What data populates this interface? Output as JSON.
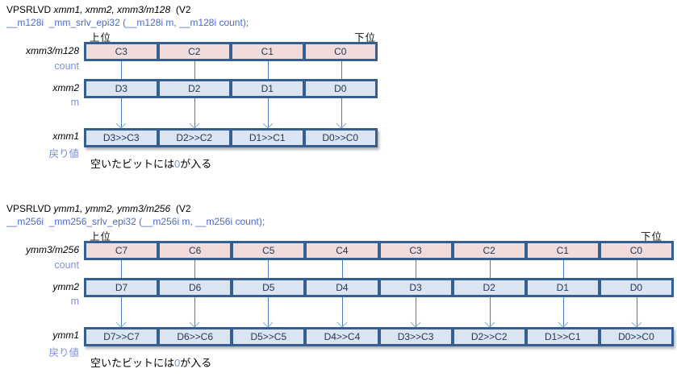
{
  "palette": {
    "frame_border": "#365f91",
    "count_fill": "#f2dcdb",
    "data_fill": "#dbe5f1",
    "cell_text": "#1f3655",
    "intrinsic_text": "#4a6bc9",
    "role_label_text": "#8091d9",
    "connector_line": "#4a7ebb",
    "arrowhead": "#85aede"
  },
  "sections": [
    {
      "title": {
        "mnemonic": "VPSRLVD ",
        "operands": "xmm1, xmm2, xmm3/m128",
        "suffix": "  (V2"
      },
      "intrinsic": "__m128i  _mm_srlv_epi32 (__m128i m, __m128i count);",
      "upper_label": "上位",
      "lower_label": "下位",
      "rows": [
        {
          "register": "xmm3/m128",
          "role": "count",
          "cells": [
            "C3",
            "C2",
            "C1",
            "C0"
          ]
        },
        {
          "register": "xmm2",
          "role": "m",
          "cells": [
            "D3",
            "D2",
            "D1",
            "D0"
          ]
        },
        {
          "register": "xmm1",
          "role": "戻り値",
          "cells": [
            "D3>>C3",
            "D2>>C2",
            "D1>>C1",
            "D0>>C0"
          ]
        }
      ],
      "caption": {
        "pre": "空いたビットには",
        "zero": "0",
        "post": "が入る"
      }
    },
    {
      "title": {
        "mnemonic": "VPSRLVD ",
        "operands": "ymm1, ymm2, ymm3/m256",
        "suffix": "  (V2"
      },
      "intrinsic": "__m256i  _mm256_srlv_epi32 (__m256i m, __m256i count);",
      "upper_label": "上位",
      "lower_label": "下位",
      "rows": [
        {
          "register": "ymm3/m256",
          "role": "count",
          "cells": [
            "C7",
            "C6",
            "C5",
            "C4",
            "C3",
            "C2",
            "C1",
            "C0"
          ]
        },
        {
          "register": "ymm2",
          "role": "m",
          "cells": [
            "D7",
            "D6",
            "D5",
            "D4",
            "D3",
            "D2",
            "D1",
            "D0"
          ]
        },
        {
          "register": "ymm1",
          "role": "戻り値",
          "cells": [
            "D7>>C7",
            "D6>>C6",
            "D5>>C5",
            "D4>>C4",
            "D3>>C3",
            "D2>>C2",
            "D1>>C1",
            "D0>>C0"
          ]
        }
      ],
      "caption": {
        "pre": "空いたビットには",
        "zero": "0",
        "post": "が入る"
      }
    }
  ]
}
